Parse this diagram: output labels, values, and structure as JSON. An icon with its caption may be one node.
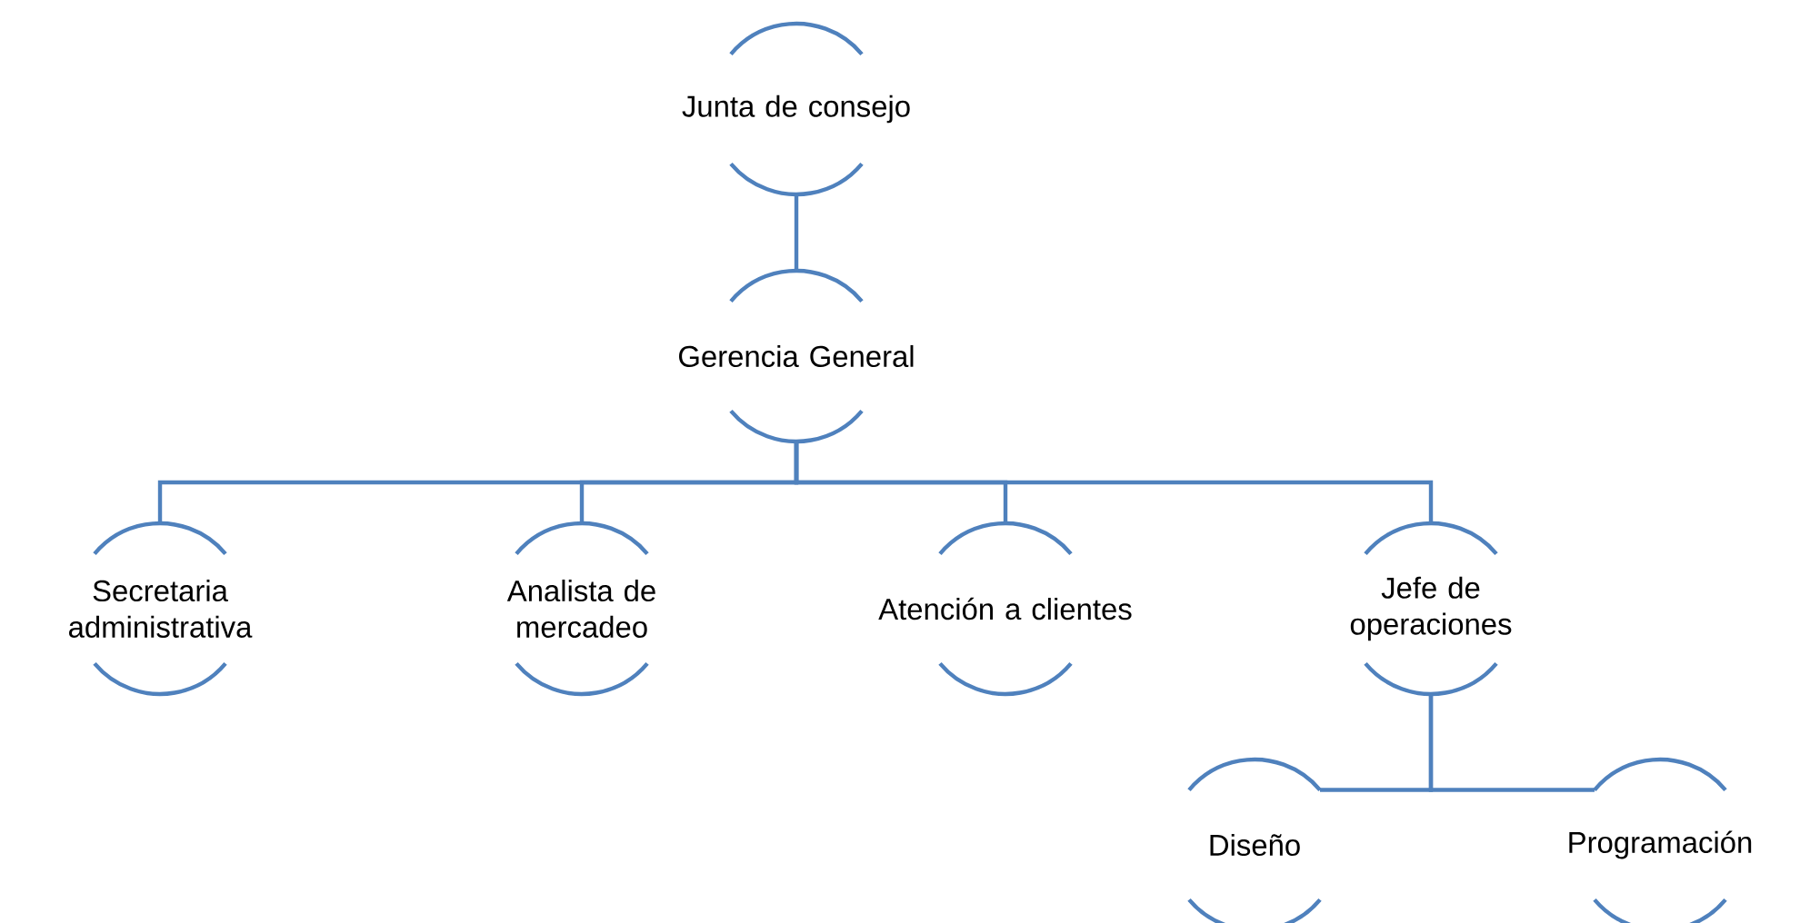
{
  "diagram": {
    "nodes": [
      {
        "text": [
          "Junta de consejo"
        ]
      },
      {
        "text": [
          "Gerencia General"
        ]
      },
      {
        "text": [
          "Secretaria administrativa"
        ]
      },
      {
        "text": [
          "Analista de mercadeo"
        ]
      },
      {
        "text": [
          "Atención a clientes"
        ]
      },
      {
        "text": [
          "Jefe de operaciones"
        ]
      },
      {
        "text": [
          "Diseño"
        ]
      },
      {
        "text": [
          "Programación"
        ]
      }
    ],
    "edges": [
      {
        "from": 0,
        "to": 1,
        "arrow": "none"
      },
      {
        "from": 1,
        "to": 2,
        "arrow": "none"
      },
      {
        "from": 1,
        "to": 3,
        "arrow": "none"
      },
      {
        "from": 1,
        "to": 4,
        "arrow": "none"
      },
      {
        "from": 1,
        "to": 5,
        "arrow": "none"
      },
      {
        "from": 5,
        "to": 6,
        "arrow": "none"
      },
      {
        "from": 5,
        "to": 7,
        "arrow": "none"
      }
    ]
  }
}
